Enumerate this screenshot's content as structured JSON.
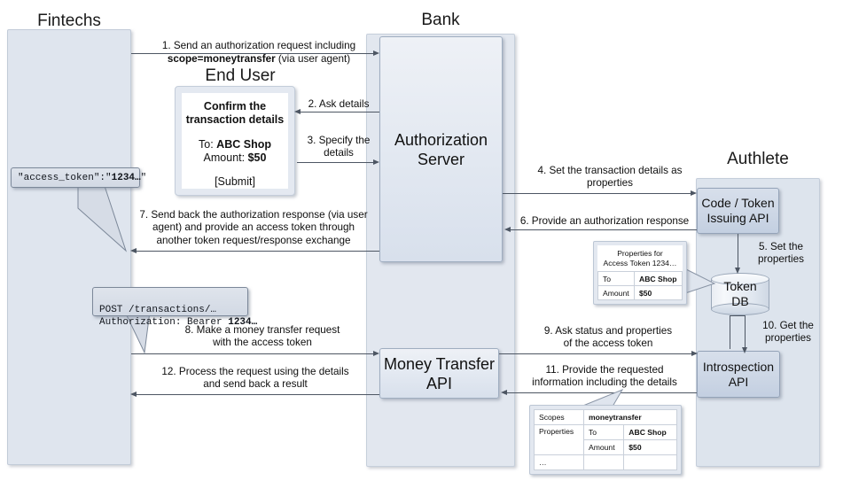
{
  "diagram": {
    "title": "OAuth money transfer flow with Authlete",
    "actors": [
      {
        "name": "fintechs",
        "label": "Fintechs"
      },
      {
        "name": "end-user",
        "label": "End User"
      },
      {
        "name": "bank",
        "label": "Bank"
      },
      {
        "name": "authlete",
        "label": "Authlete"
      }
    ],
    "nodes": {
      "authorization_server": "Authorization\nServer",
      "authorization_server_line1": "Authorization",
      "authorization_server_line2": "Server",
      "money_transfer_api_line1": "Money Transfer",
      "money_transfer_api_line2": "API",
      "code_token_api_line1": "Code / Token",
      "code_token_api_line2": "Issuing API",
      "token_db_line1": "Token",
      "token_db_line2": "DB",
      "introspection_api_line1": "Introspection",
      "introspection_api_line2": "API"
    },
    "end_user_screen": {
      "heading_line1": "Confirm the",
      "heading_line2": "transaction details",
      "to_label": "To:",
      "to_value": "ABC Shop",
      "amount_label": "Amount:",
      "amount_value": "$50",
      "submit": "[Submit]"
    },
    "steps": [
      {
        "id": "1",
        "name": "step-1-auth-request",
        "text_pre": "1. Send an authorization request including\n",
        "text_bold": "scope=moneytransfer",
        "text_post": " (via user agent)"
      },
      {
        "id": "2",
        "name": "step-2-ask-details",
        "text": "2. Ask details"
      },
      {
        "id": "3",
        "name": "step-3-specify-details",
        "text": "3. Specify the\ndetails"
      },
      {
        "id": "4",
        "name": "step-4-set-transaction",
        "text": "4. Set the transaction details as\nproperties"
      },
      {
        "id": "5",
        "name": "step-5-set-properties",
        "text": "5. Set the\nproperties"
      },
      {
        "id": "6",
        "name": "step-6-provide-response",
        "text": "6. Provide an authorization response"
      },
      {
        "id": "7",
        "name": "step-7-send-back-response",
        "text": "7. Send back the authorization response (via user\nagent) and provide an access token through\nanother token request/response exchange"
      },
      {
        "id": "8",
        "name": "step-8-money-transfer",
        "text": "8. Make a money transfer request\nwith the access token"
      },
      {
        "id": "9",
        "name": "step-9-ask-status",
        "text": "9. Ask status and properties\nof the access token"
      },
      {
        "id": "10",
        "name": "step-10-get-properties",
        "text": "10. Get the\nproperties"
      },
      {
        "id": "11",
        "name": "step-11-provide-information",
        "text": "11. Provide the requested\ninformation including the details"
      },
      {
        "id": "12",
        "name": "step-12-process-request",
        "text": "12. Process the request using the details\nand send back a result"
      }
    ],
    "callouts": {
      "access_token": {
        "pre": "\"access_token\":\"",
        "bold": "1234…",
        "post": "\""
      },
      "http_request": {
        "line1": "POST /transactions/…",
        "line2_pre": "Authorization: Bearer ",
        "line2_bold": "1234…"
      }
    },
    "tables": {
      "token_properties": {
        "header_line1": "Properties  for",
        "header_line2": "Access Token 1234…",
        "rows": [
          {
            "key": "To",
            "value": "ABC Shop"
          },
          {
            "key": "Amount",
            "value": "$50"
          }
        ]
      },
      "introspection_result": {
        "scopes_label": "Scopes",
        "scopes_value": "moneytransfer",
        "properties_label": "Properties",
        "rows": [
          {
            "key": "To",
            "value": "ABC Shop"
          },
          {
            "key": "Amount",
            "value": "$50"
          }
        ],
        "ellipsis": "…"
      }
    },
    "colors": {
      "lane_fill": "#dfe5ee",
      "node_fill": "#e2e8f1",
      "api_fill": "#ccd6e5",
      "border": "#9fadc0",
      "connector": "#4d5663",
      "background": "#ffffff"
    }
  }
}
